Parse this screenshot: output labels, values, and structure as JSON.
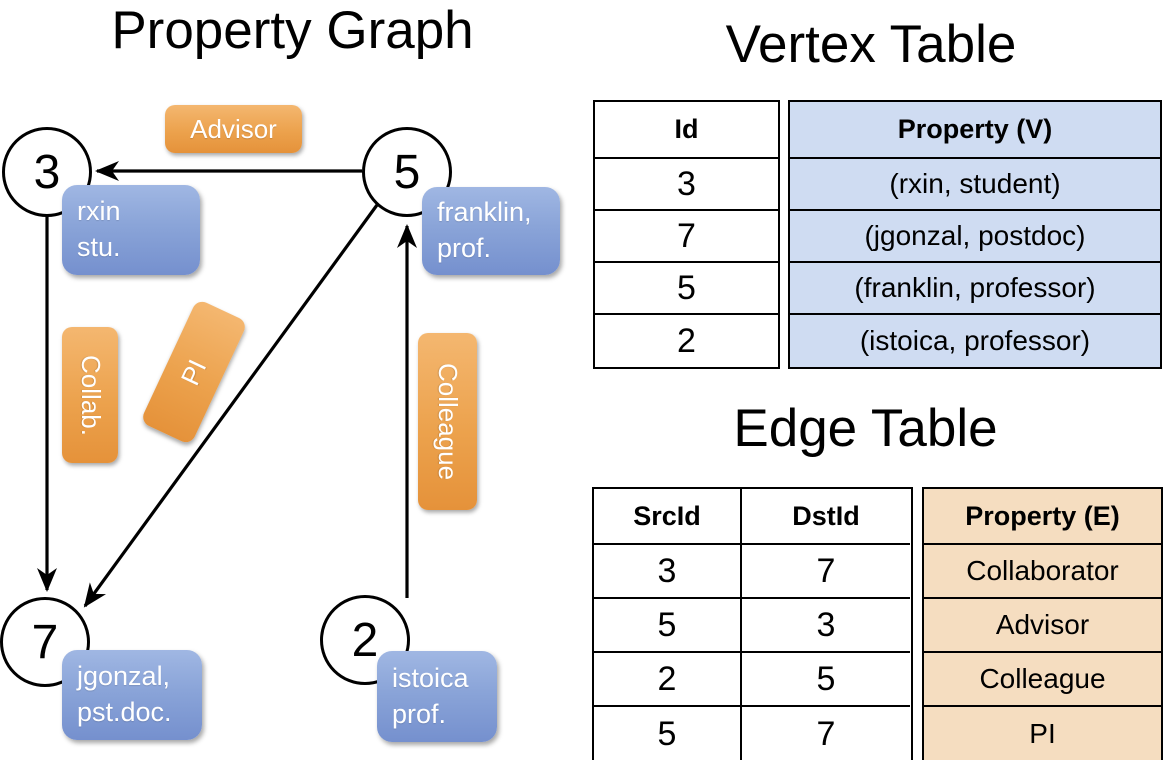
{
  "titles": {
    "property_graph": "Property Graph",
    "vertex_table": "Vertex Table",
    "edge_table": "Edge Table"
  },
  "graph": {
    "nodes": [
      {
        "id": "3"
      },
      {
        "id": "5"
      },
      {
        "id": "7"
      },
      {
        "id": "2"
      }
    ],
    "vertex_labels": [
      {
        "line1": "rxin",
        "line2": "stu."
      },
      {
        "line1": "franklin,",
        "line2": "prof."
      },
      {
        "line1": "jgonzal,",
        "line2": "pst.doc."
      },
      {
        "line1": "istoica",
        "line2": "prof."
      }
    ],
    "edge_labels": [
      {
        "text": "Advisor"
      },
      {
        "text": "Collab."
      },
      {
        "text": "PI"
      },
      {
        "text": "Colleague"
      }
    ]
  },
  "vertex_table": {
    "id_header": "Id",
    "property_header": "Property (V)",
    "rows": [
      {
        "id": "3",
        "property": "(rxin, student)"
      },
      {
        "id": "7",
        "property": "(jgonzal, postdoc)"
      },
      {
        "id": "5",
        "property": "(franklin, professor)"
      },
      {
        "id": "2",
        "property": "(istoica, professor)"
      }
    ]
  },
  "edge_table": {
    "src_header": "SrcId",
    "dst_header": "DstId",
    "property_header": "Property (E)",
    "rows": [
      {
        "src": "3",
        "dst": "7",
        "property": "Collaborator"
      },
      {
        "src": "5",
        "dst": "3",
        "property": "Advisor"
      },
      {
        "src": "2",
        "dst": "5",
        "property": "Colleague"
      },
      {
        "src": "5",
        "dst": "7",
        "property": "PI"
      }
    ]
  },
  "colors": {
    "edge_label_orange": "#ECA24D",
    "vertex_label_blue": "#7E9DD4",
    "vertex_property_fill": "#CFDCF2",
    "edge_property_fill": "#F5DDC0",
    "line_color": "#000000"
  }
}
